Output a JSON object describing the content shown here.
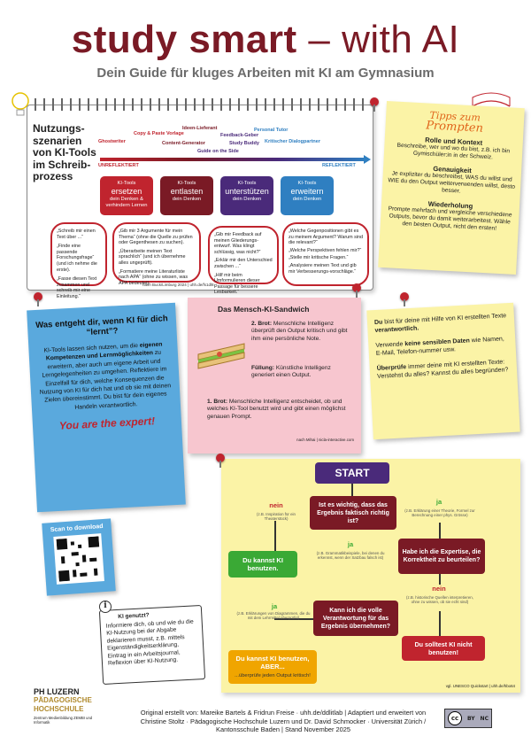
{
  "header": {
    "title_bold": "study smart",
    "title_light": " – with AI",
    "subtitle": "Dein Guide für kluges Arbeiten mit KI am Gymnasium"
  },
  "scenarios": {
    "heading": "Nutzungs-szenarien von KI-Tools im Schreib-prozess",
    "roles": {
      "ghostwriter": "Ghostwriter",
      "copy_paste": "Copy & Paste Vorlage",
      "ideen": "Ideen-Lieferant",
      "feedback": "Feedback-Geber",
      "personal_tutor": "Personal Tutor",
      "content_generator": "Content-Generator",
      "study_buddy": "Study Buddy",
      "kritischer": "Kritischer Dialogpartner",
      "guide": "Guide on the Side"
    },
    "unreflektiert": "UNREFLEKTIERT",
    "reflektiert": "REFLEKTIERT",
    "cards": [
      {
        "top": "KI-Tools",
        "main": "ersetzen",
        "bottom": "dein Denken & verhindern Lernen",
        "color": "#c0242e"
      },
      {
        "top": "KI-Tools",
        "main": "entlasten",
        "bottom": "dein Denken",
        "color": "#7a1a25"
      },
      {
        "top": "KI-Tools",
        "main": "unterstützen",
        "bottom": "dein Denken",
        "color": "#4a2a7a"
      },
      {
        "top": "KI-Tools",
        "main": "erweitern",
        "bottom": "dein Denken",
        "color": "#2f7fc1"
      }
    ],
    "bubbles": [
      [
        "„Schreib mir einen Text über ...“",
        "„Finde eine passende Forschungsfrage“ (und ich nehme die erste).",
        "„Fasse diesen Text zusammen und schreib mir eine Einleitung.“"
      ],
      [
        "„Gib mir 3 Argumente für mein Thema“ (ohne die Quelle zu prüfen oder Gegenthesen zu suchen).",
        "„Überarbeite meinen Text sprachlich“ (und ich übernehme alles ungeprüft).",
        "„Formatiere meine Literaturliste nach APA“ (ohne zu wissen, was APA bedeutet)."
      ],
      [
        "„Gib mir Feedback auf meinen Gliederungs-entwurf. Was klingt schlüssig, was nicht?“",
        "„Erklär mir den Unterschied zwischen ...“",
        "„Hilf mir beim Umformulieren dieser Passage für bessere Lesbarkeit.“"
      ],
      [
        "„Welche Gegenpositionen gibt es zu meinem Argument? Warum sind die relevant?“",
        "„Welche Perspektiven fehlen mir?“",
        "„Stelle mir kritische Fragen.“",
        "„Analysiere meinen Text und gib mir Verbesserungs-vorschläge.“"
      ]
    ],
    "source": "nach Buck/Limburg 2024 | uhh.de/fs1dl8"
  },
  "tips": {
    "heading_line1": "Tipps zum",
    "heading_line2": "Prompten",
    "items": [
      {
        "title": "Rolle und Kontext",
        "text": "Beschreibe, wer und wo du bist, z.B. ich bin Gymischüler:in in der Schweiz."
      },
      {
        "title": "Genauigkeit",
        "text": "Je expliziter du beschreibst, WAS du willst und WIE du den Output weiterverwenden willst, desto besser."
      },
      {
        "title": "Wiederholung",
        "text": "Prompte mehrfach und vergleiche verschiedene Outputs, bevor du damit weiterarbeitest. Wähle den besten Output, nicht den ersten!"
      }
    ]
  },
  "responsibility": {
    "p1_a": "Du",
    "p1_b": " bist für deine mit Hilfe von KI erstellten Texte ",
    "p1_c": "verantwortlich.",
    "p2_a": "Verwende ",
    "p2_b": "keine sensiblen Daten",
    "p2_c": " wie Namen, E-Mail, Telefon-nummer usw.",
    "p3_a": "Überprüfe",
    "p3_b": " immer deine mit KI erstellten Texte: Verstehst du alles? Kannst du alles begründen?"
  },
  "learn": {
    "heading": "Was entgeht dir, wenn KI für dich “lernt”?",
    "body_a": "KI-Tools lassen sich nutzen, um die ",
    "body_b": "eigenen Kompetenzen und Lernmöglichkeiten",
    "body_c": " zu erweitern, aber auch um eigene Arbeit und Lerngelegenheiten zu umgehen. Reflektiere im Einzelfall für dich, welche Konsequenzen die Nutzung von KI für dich hat und ob sie mit deinen Zielen übereinstimmt. Du bist für dein eigenes Handeln verantwortlich.",
    "expert": "You are the expert!"
  },
  "sandwich": {
    "heading": "Das Mensch-KI-Sandwich",
    "step2_a": "2. Brot:",
    "step2_b": " Menschliche Intelligenz überprüft den Output kritisch und gibt ihm eine persönliche Note.",
    "fill_a": "Füllung:",
    "fill_b": " Künstliche Intelligenz generiert einen Output.",
    "step1_a": "1. Brot:",
    "step1_b": " Menschliche Intelligenz entscheidet, ob und welches KI-Tool benutzt wird und gibt einen möglichst genauen Prompt.",
    "source": "nach Mihai | nicla-interactive.com"
  },
  "download": {
    "label": "Scan to download"
  },
  "declare": {
    "heading": "KI genutzt?",
    "text": "Informiere dich, ob und wie du die KI-Nutzung bei der Abgabe deklarieren musst, z.B. mittels Eigenständigkeitserklärung, Eintrag in ein Arbeitsjournal, Reflexion über KI-Nutzung."
  },
  "flow": {
    "start": "START",
    "q1": "Ist es wichtig, dass das Ergebnis faktisch richtig ist?",
    "nein1": "nein",
    "nein1_ex": "(z.B. Inspiration für ein Theaterstück)",
    "ja1": "ja",
    "ja1_ex": "(z.B. Erklärung einer Theorie, Formel zur Berechnung einer phys. Grösse)",
    "can_use": "Du kannst KI benutzen.",
    "ja2": "ja",
    "ja2_ex": "(z.B. Grammatikbeispiele, bei denen du erkennst, wenn der Satzbau falsch ist)",
    "q2": "Habe ich die Expertise, die Korrektheit zu beurteilen?",
    "nein2": "nein",
    "nein2_ex": "(z.B. historische Quellen interpretieren, ohne zu wissen, ob sie echt sind)",
    "q3": "Kann ich die volle Verantwortung für das Ergebnis übernehmen?",
    "ja3": "ja",
    "ja3_ex": "(z.B. Erklärungen von Diagrammen, die du mit dem Lehrmittel überprüfst)",
    "should_not": "Du solltest KI nicht benutzen!",
    "can_but": "Du kannst KI benutzen, ABER...",
    "can_but_sub": "...überprüfe jeden Output kritisch!",
    "source": "vgl. UNESCO Quickstart | uhh.de/hbo64"
  },
  "footer": {
    "logo_line1": "PH LUZERN",
    "logo_line2": "PÄDAGOGISCHE",
    "logo_line3": "HOCHSCHULE",
    "logo_sub": "Zentrum Medienbildung ZEMBI und Informatik",
    "credits": "Original erstellt von: Mareike Bartels & Fridrun Freise · uhh.de/ddlitlab | Adaptiert und erweitert von Christine Stoltz · Pädagogische Hochschule Luzern und Dr. David Schmocker · Universität Zürich / Kantonsschule Baden | Stand November 2025",
    "license_cc": "cc",
    "license_by": "BY",
    "license_nc": "NC"
  },
  "colors": {
    "brand": "#7a1a25",
    "red": "#c0242e",
    "green": "#3aa935",
    "orange": "#f0a500",
    "purple": "#4a2a7a",
    "blue": "#2f7fc1",
    "note_yellow": "#fbf3a6",
    "note_pink": "#f7c6cf",
    "note_blue": "#5aa9dd"
  }
}
